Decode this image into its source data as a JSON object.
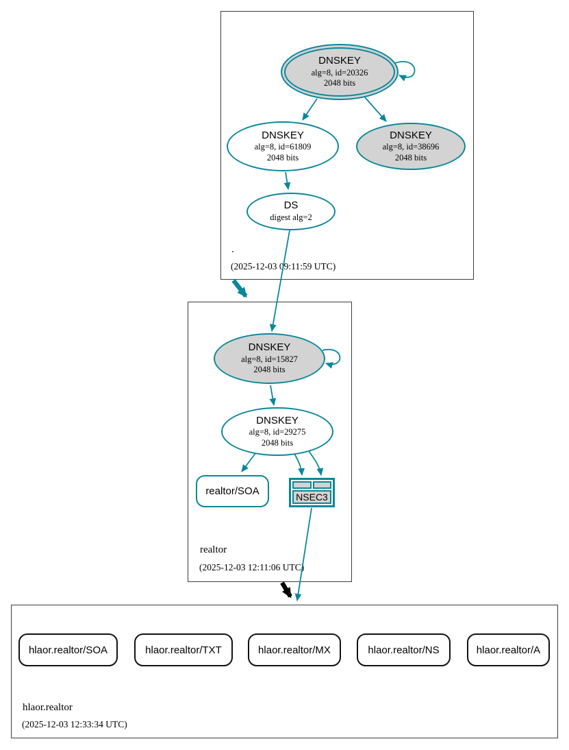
{
  "colors": {
    "secure_teal": "#0a879a",
    "node_fill_gray": "#d3d3d3",
    "insecure_black": "#000000"
  },
  "zones": [
    {
      "name": ".",
      "timestamp": "(2025-12-03 09:11:59 UTC)",
      "nodes": {
        "ksk": {
          "title": "DNSKEY",
          "detail": "alg=8, id=20326",
          "bits": "2048 bits"
        },
        "zsk": {
          "title": "DNSKEY",
          "detail": "alg=8, id=61809",
          "bits": "2048 bits"
        },
        "key2": {
          "title": "DNSKEY",
          "detail": "alg=8, id=38696",
          "bits": "2048 bits"
        },
        "ds": {
          "title": "DS",
          "detail": "digest alg=2"
        }
      }
    },
    {
      "name": "realtor",
      "timestamp": "(2025-12-03 12:11:06 UTC)",
      "nodes": {
        "ksk": {
          "title": "DNSKEY",
          "detail": "alg=8, id=15827",
          "bits": "2048 bits"
        },
        "zsk": {
          "title": "DNSKEY",
          "detail": "alg=8, id=29275",
          "bits": "2048 bits"
        },
        "soa": {
          "label": "realtor/SOA"
        },
        "nsec3": {
          "label": "NSEC3"
        }
      }
    },
    {
      "name": "hlaor.realtor",
      "timestamp": "(2025-12-03 12:33:34 UTC)",
      "rrsets": [
        "hlaor.realtor/SOA",
        "hlaor.realtor/TXT",
        "hlaor.realtor/MX",
        "hlaor.realtor/NS",
        "hlaor.realtor/A"
      ]
    }
  ]
}
